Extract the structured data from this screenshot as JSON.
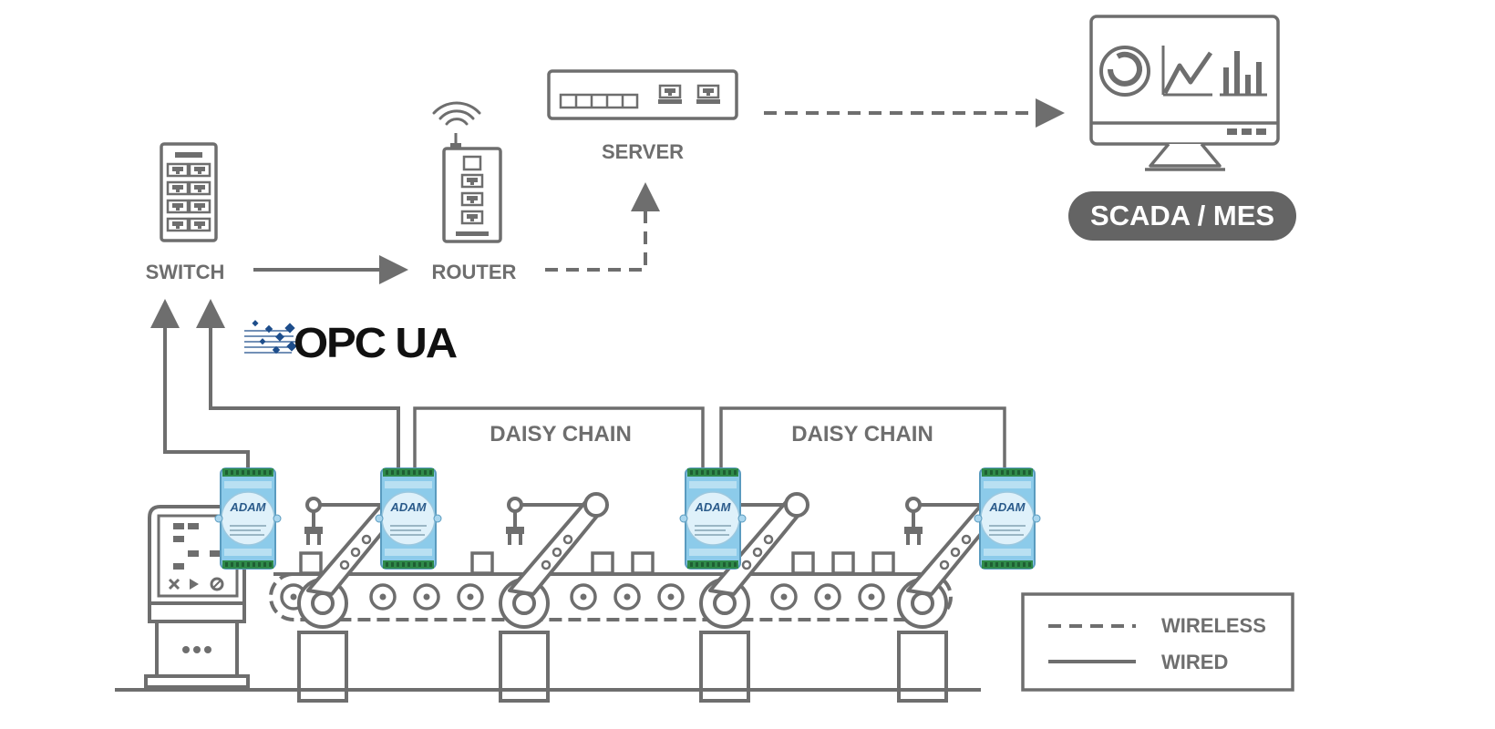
{
  "labels": {
    "switch": "SWITCH",
    "router": "ROUTER",
    "server": "SERVER",
    "scada": "SCADA / MES",
    "daisy_chain_1": "DAISY CHAIN",
    "daisy_chain_2": "DAISY CHAIN"
  },
  "logo": {
    "text": "OPC UA"
  },
  "module_brand": "ADAM",
  "legend": {
    "wireless": "WIRELESS",
    "wired": "WIRED"
  },
  "colors": {
    "line": "#6e6e6e",
    "dark": "#646464",
    "module_blue": "#7fc3e6",
    "module_green": "#2f8a4a",
    "logo_blue": "#1d4d8b"
  },
  "icons": [
    "switch-icon",
    "router-icon",
    "wifi-icon",
    "server-icon",
    "monitor-icon",
    "robot-arm-icon",
    "hmi-terminal-icon",
    "conveyor-icon",
    "adam-module-icon"
  ]
}
